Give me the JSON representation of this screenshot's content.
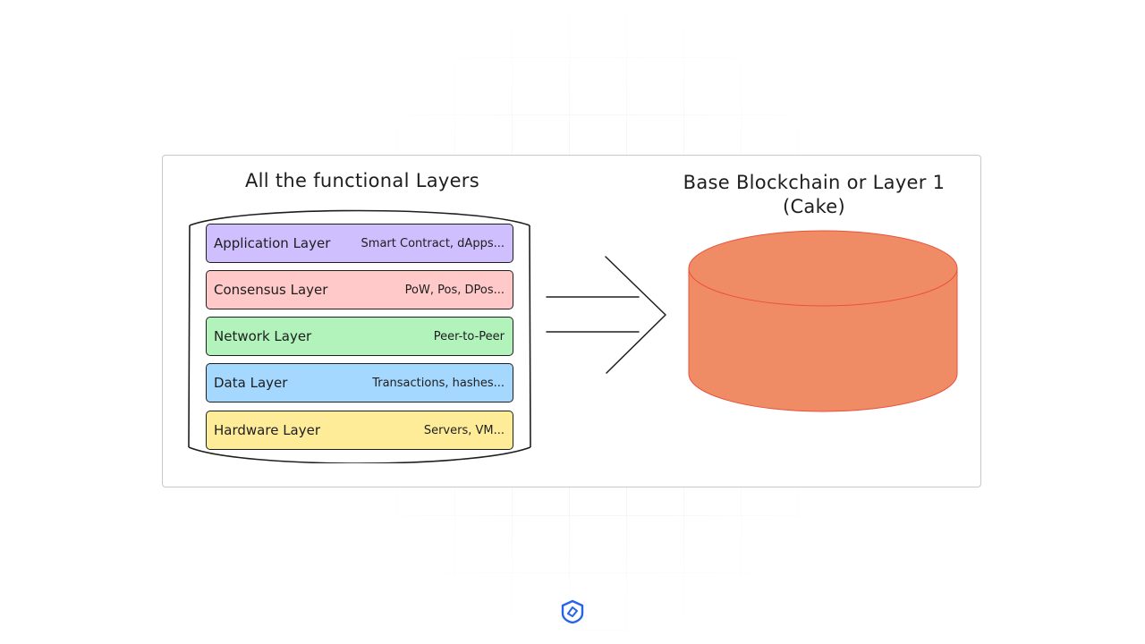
{
  "diagram": {
    "left_title": "All the functional Layers",
    "right_title_line1": "Base Blockchain or Layer 1",
    "right_title_line2": "(Cake)",
    "layers": [
      {
        "name": "Application Layer",
        "desc": "Smart Contract, dApps...",
        "color": "#d0bfff"
      },
      {
        "name": "Consensus Layer",
        "desc": "PoW, Pos, DPos...",
        "color": "#ffc9c9"
      },
      {
        "name": "Network Layer",
        "desc": "Peer-to-Peer",
        "color": "#b2f2bb"
      },
      {
        "name": "Data Layer",
        "desc": "Transactions, hashes...",
        "color": "#a5d8ff"
      },
      {
        "name": "Hardware Layer",
        "desc": "Servers, VM...",
        "color": "#ffec99"
      }
    ],
    "cake_color": "#f08c65",
    "cake_stroke": "#e8523a"
  },
  "branding": {
    "logo_icon": "shield-logo-icon",
    "accent": "#2563eb"
  }
}
